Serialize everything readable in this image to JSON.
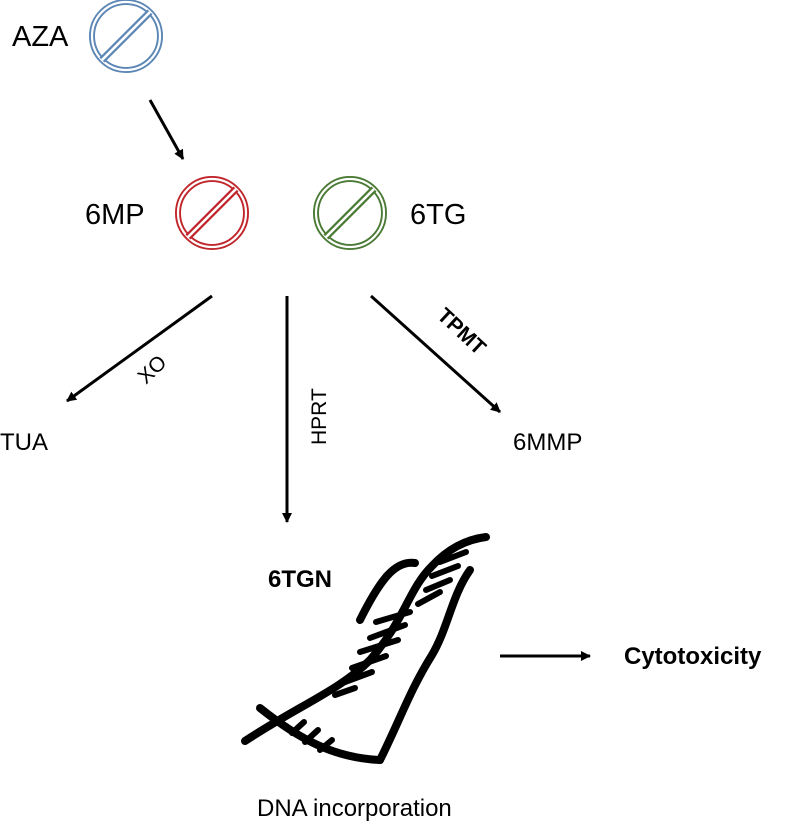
{
  "colors": {
    "aza": "#5b86b5",
    "mp6": "#c0262b",
    "tg6": "#4a7a34",
    "ink": "#000000",
    "background": "#ffffff"
  },
  "icons": {
    "aza": "prohibition-icon",
    "mp6": "prohibition-icon",
    "tg6": "prohibition-icon",
    "dna": "dna-double-helix-icon"
  },
  "nodes": {
    "aza": "AZA",
    "mp6": "6MP",
    "tg6": "6TG",
    "tua": "TUA",
    "mmp6": "6MMP",
    "tgn6": "6TGN",
    "cytotoxicity": "Cytotoxicity",
    "dna_incorporation": "DNA incorporation"
  },
  "enzymes": {
    "xo": "XO",
    "hprt": "HPRT",
    "tpmt": "TPMT"
  }
}
